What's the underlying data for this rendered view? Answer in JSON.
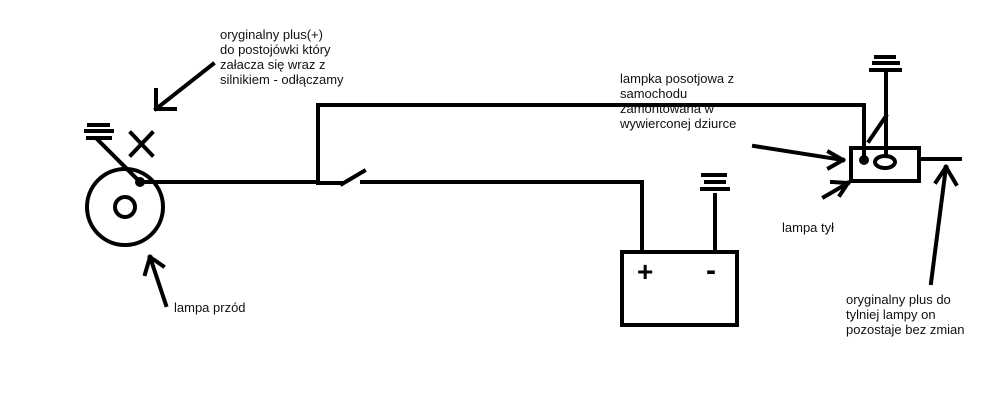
{
  "diagram": {
    "labels": {
      "front_plus_note": "oryginalny plus(+)\ndo postojówki który\nzałacza się wraz z\nsilnikiem - odłączamy",
      "parking_lamp_note": "lampka posotjowa z\nsamochodu\nzamontowana w\nwywierconej dziurce",
      "rear_lamp": "lampa tył",
      "front_lamp": "lampa przód",
      "rear_plus_note": "oryginalny plus do\ntylniej lampy on\npozostaje bez zmian"
    },
    "battery": {
      "plus_symbol": "+",
      "minus_symbol": "-"
    }
  }
}
